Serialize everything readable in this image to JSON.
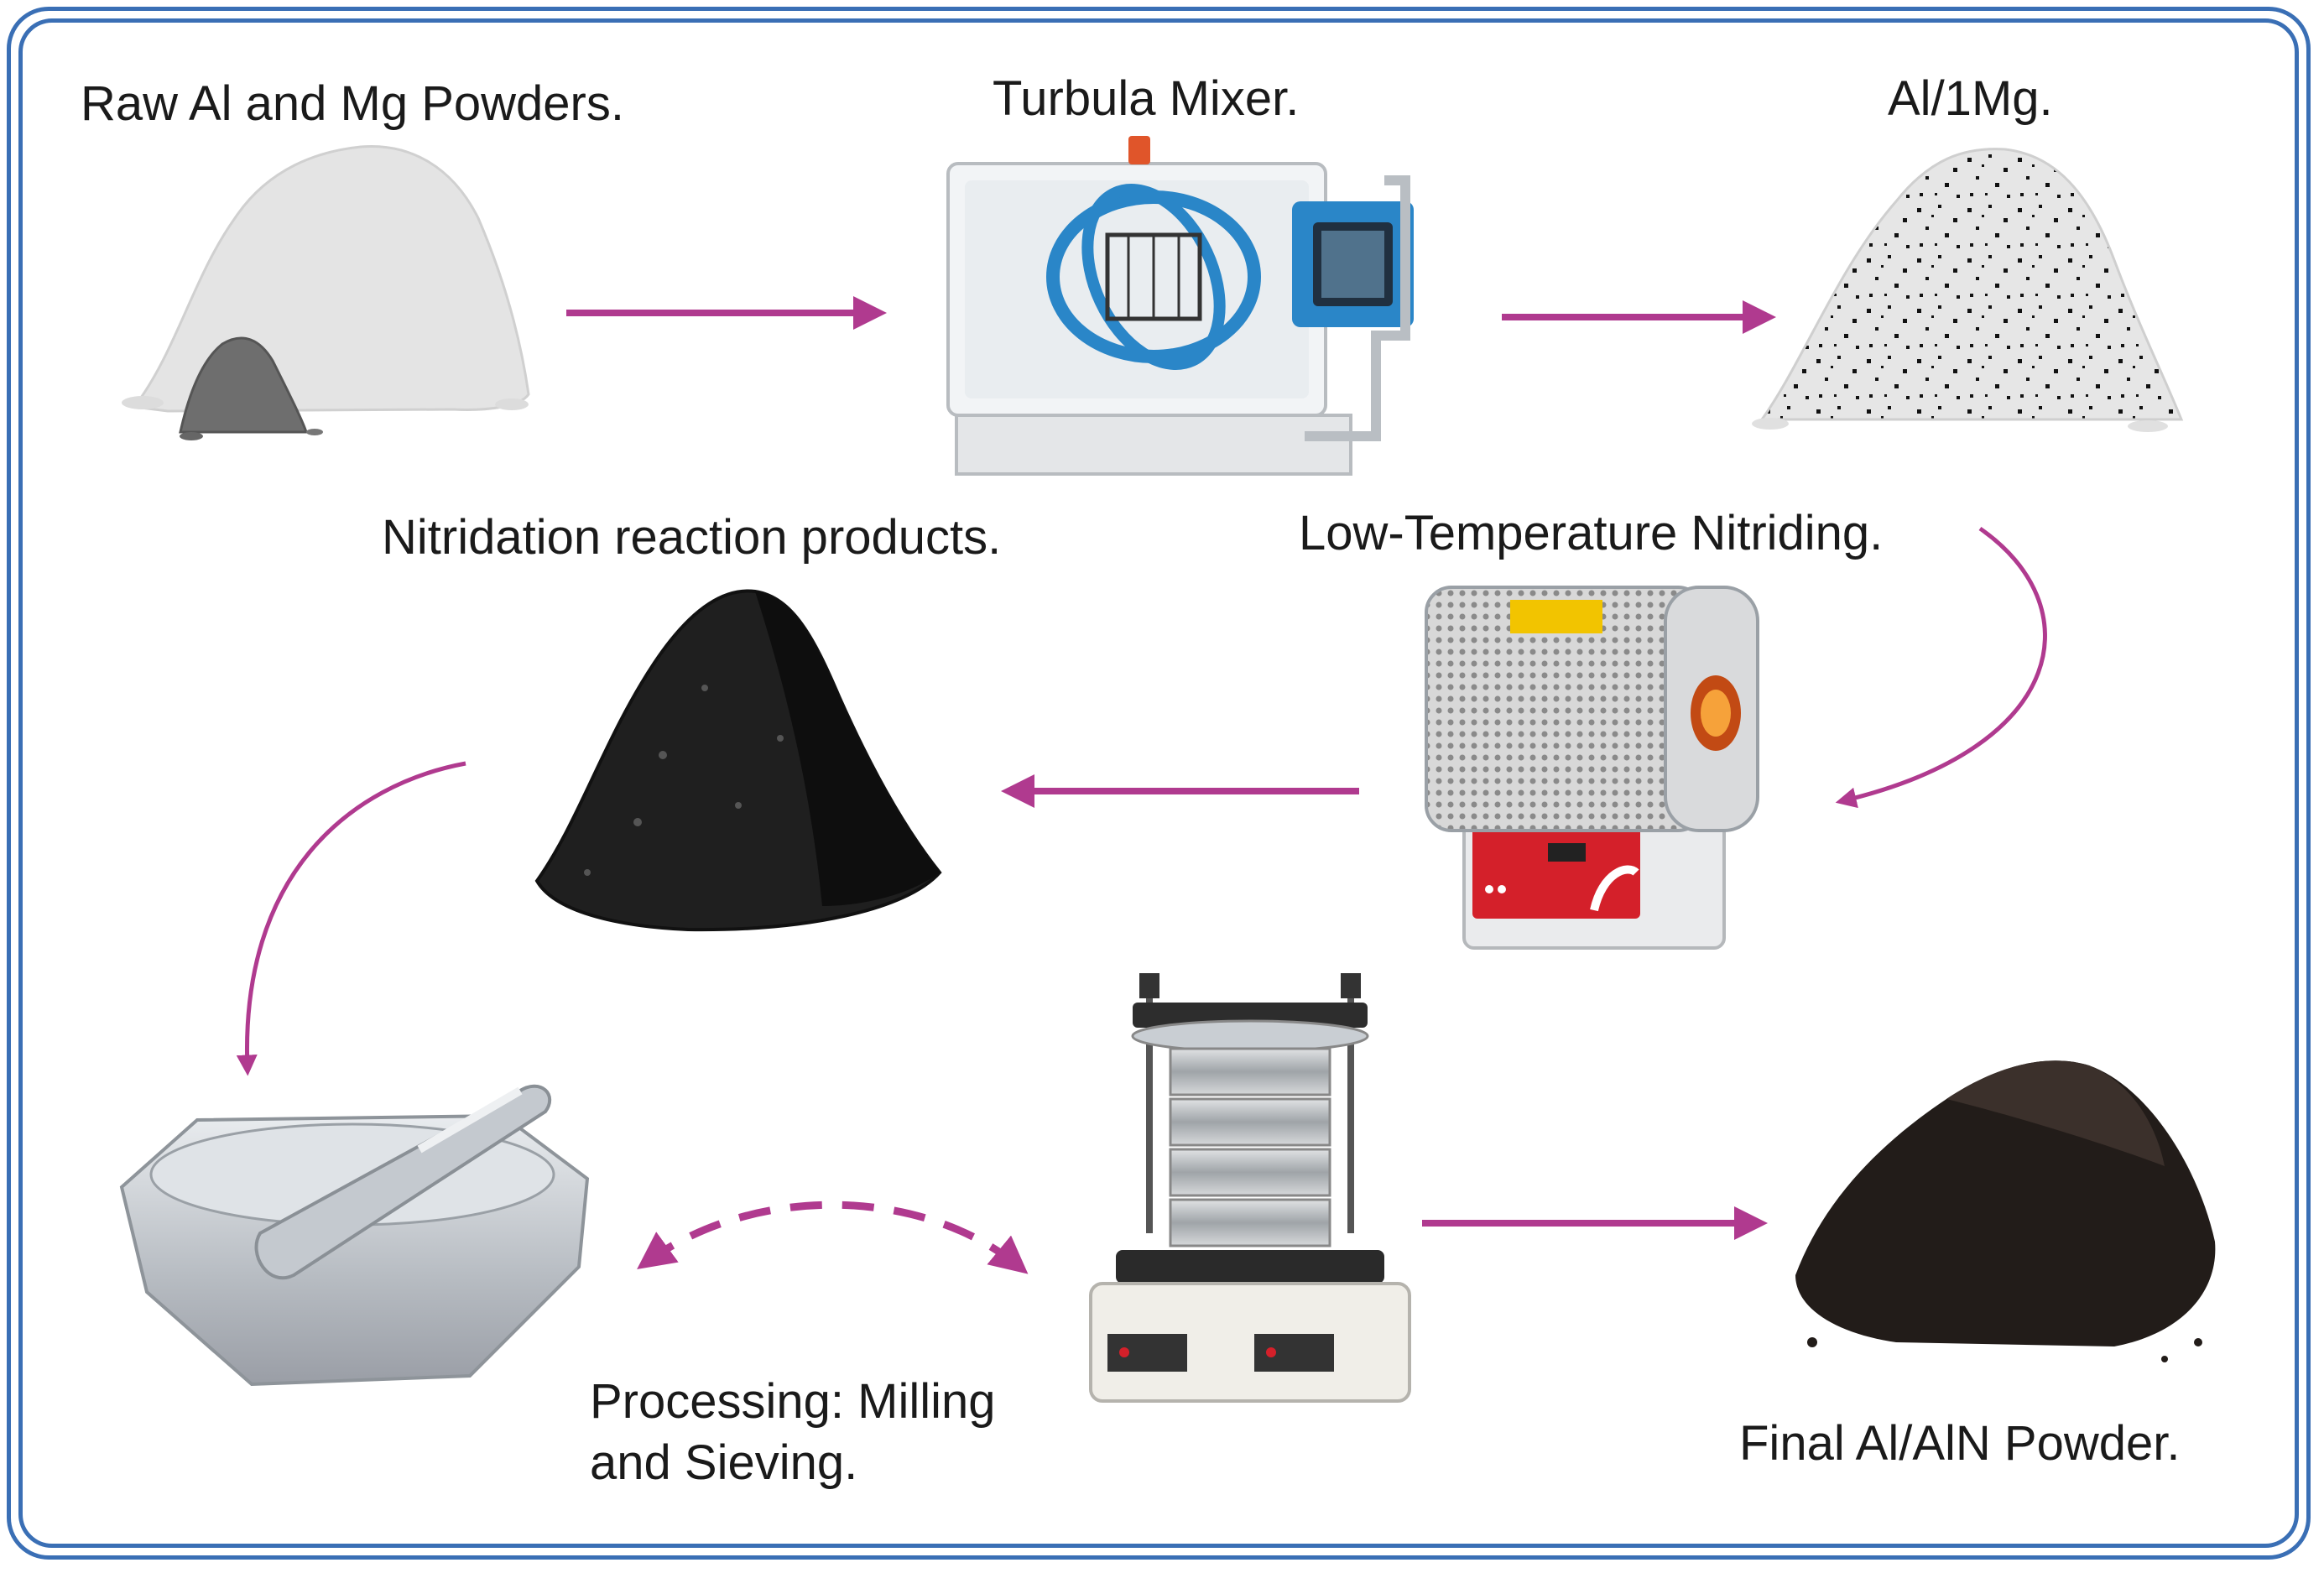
{
  "diagram": {
    "steps": {
      "raw": "Raw Al and Mg Powders.",
      "mixer": "Turbula Mixer.",
      "mixed": "Al/1Mg.",
      "nitriding": "Low-Temperature Nitriding.",
      "products": "Nitridation reaction products.",
      "processing_line1": "Processing: Milling",
      "processing_line2": "and Sieving.",
      "final": "Final Al/AlN Powder."
    },
    "colors": {
      "frame": "#3a6fb5",
      "arrow": "#b03a8f",
      "mixer_accent": "#2a86c8",
      "furnace_red": "#d4202a"
    }
  }
}
